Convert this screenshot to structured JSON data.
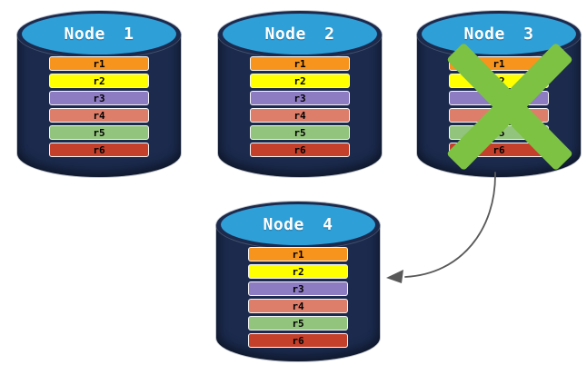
{
  "diagram": {
    "background": "#FFFFFF",
    "colors": {
      "cylinder_body": "#1B2A4D",
      "cylinder_top": "#2F9FD8",
      "failure_x": "#7DC242",
      "arrow": "#595959"
    },
    "arrow": {
      "from": "Node 3",
      "to": "Node 4"
    },
    "nodes": [
      {
        "label": "Node 1",
        "failed": false,
        "rows": [
          {
            "label": "r1",
            "color": "#F7941D"
          },
          {
            "label": "r2",
            "color": "#FFFF00"
          },
          {
            "label": "r3",
            "color": "#8E7CC3"
          },
          {
            "label": "r4",
            "color": "#DD7E6B"
          },
          {
            "label": "r5",
            "color": "#93C47D"
          },
          {
            "label": "r6",
            "color": "#C4402B"
          }
        ]
      },
      {
        "label": "Node 2",
        "failed": false,
        "rows": [
          {
            "label": "r1",
            "color": "#F7941D"
          },
          {
            "label": "r2",
            "color": "#FFFF00"
          },
          {
            "label": "r3",
            "color": "#8E7CC3"
          },
          {
            "label": "r4",
            "color": "#DD7E6B"
          },
          {
            "label": "r5",
            "color": "#93C47D"
          },
          {
            "label": "r6",
            "color": "#C4402B"
          }
        ]
      },
      {
        "label": "Node 3",
        "failed": true,
        "rows": [
          {
            "label": "r1",
            "color": "#F7941D"
          },
          {
            "label": "r2",
            "color": "#FFFF00"
          },
          {
            "label": "r3",
            "color": "#8E7CC3"
          },
          {
            "label": "r4",
            "color": "#DD7E6B"
          },
          {
            "label": "r5",
            "color": "#93C47D"
          },
          {
            "label": "r6",
            "color": "#C4402B"
          }
        ]
      },
      {
        "label": "Node 4",
        "failed": false,
        "rows": [
          {
            "label": "r1",
            "color": "#F7941D"
          },
          {
            "label": "r2",
            "color": "#FFFF00"
          },
          {
            "label": "r3",
            "color": "#8E7CC3"
          },
          {
            "label": "r4",
            "color": "#DD7E6B"
          },
          {
            "label": "r5",
            "color": "#93C47D"
          },
          {
            "label": "r6",
            "color": "#C4402B"
          }
        ]
      }
    ]
  }
}
